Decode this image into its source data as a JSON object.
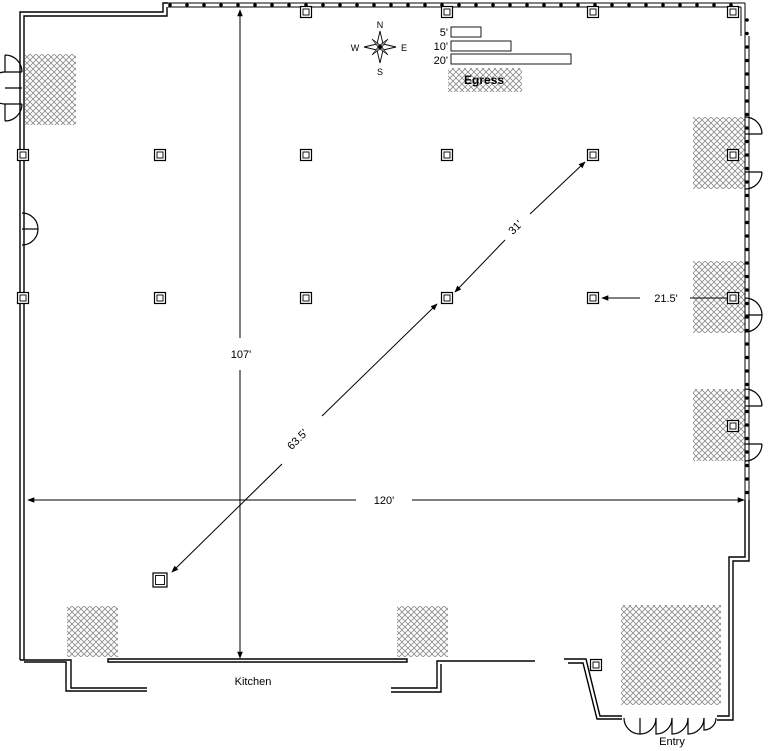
{
  "legend": {
    "scale": [
      {
        "label": "5'",
        "feet": 5
      },
      {
        "label": "10'",
        "feet": 10
      },
      {
        "label": "20'",
        "feet": 20
      }
    ],
    "egress_label": "Egress"
  },
  "compass": {
    "n": "N",
    "s": "S",
    "e": "E",
    "w": "W"
  },
  "dimensions": {
    "height": "107'",
    "width": "120'",
    "diagonal_long": "63.5'",
    "diagonal_short": "31'",
    "offset": "21.5'"
  },
  "rooms": {
    "kitchen": "Kitchen",
    "entry": "Entry"
  },
  "colors": {
    "line": "#000000",
    "hatch": "#8a8a8a",
    "background": "#ffffff"
  }
}
